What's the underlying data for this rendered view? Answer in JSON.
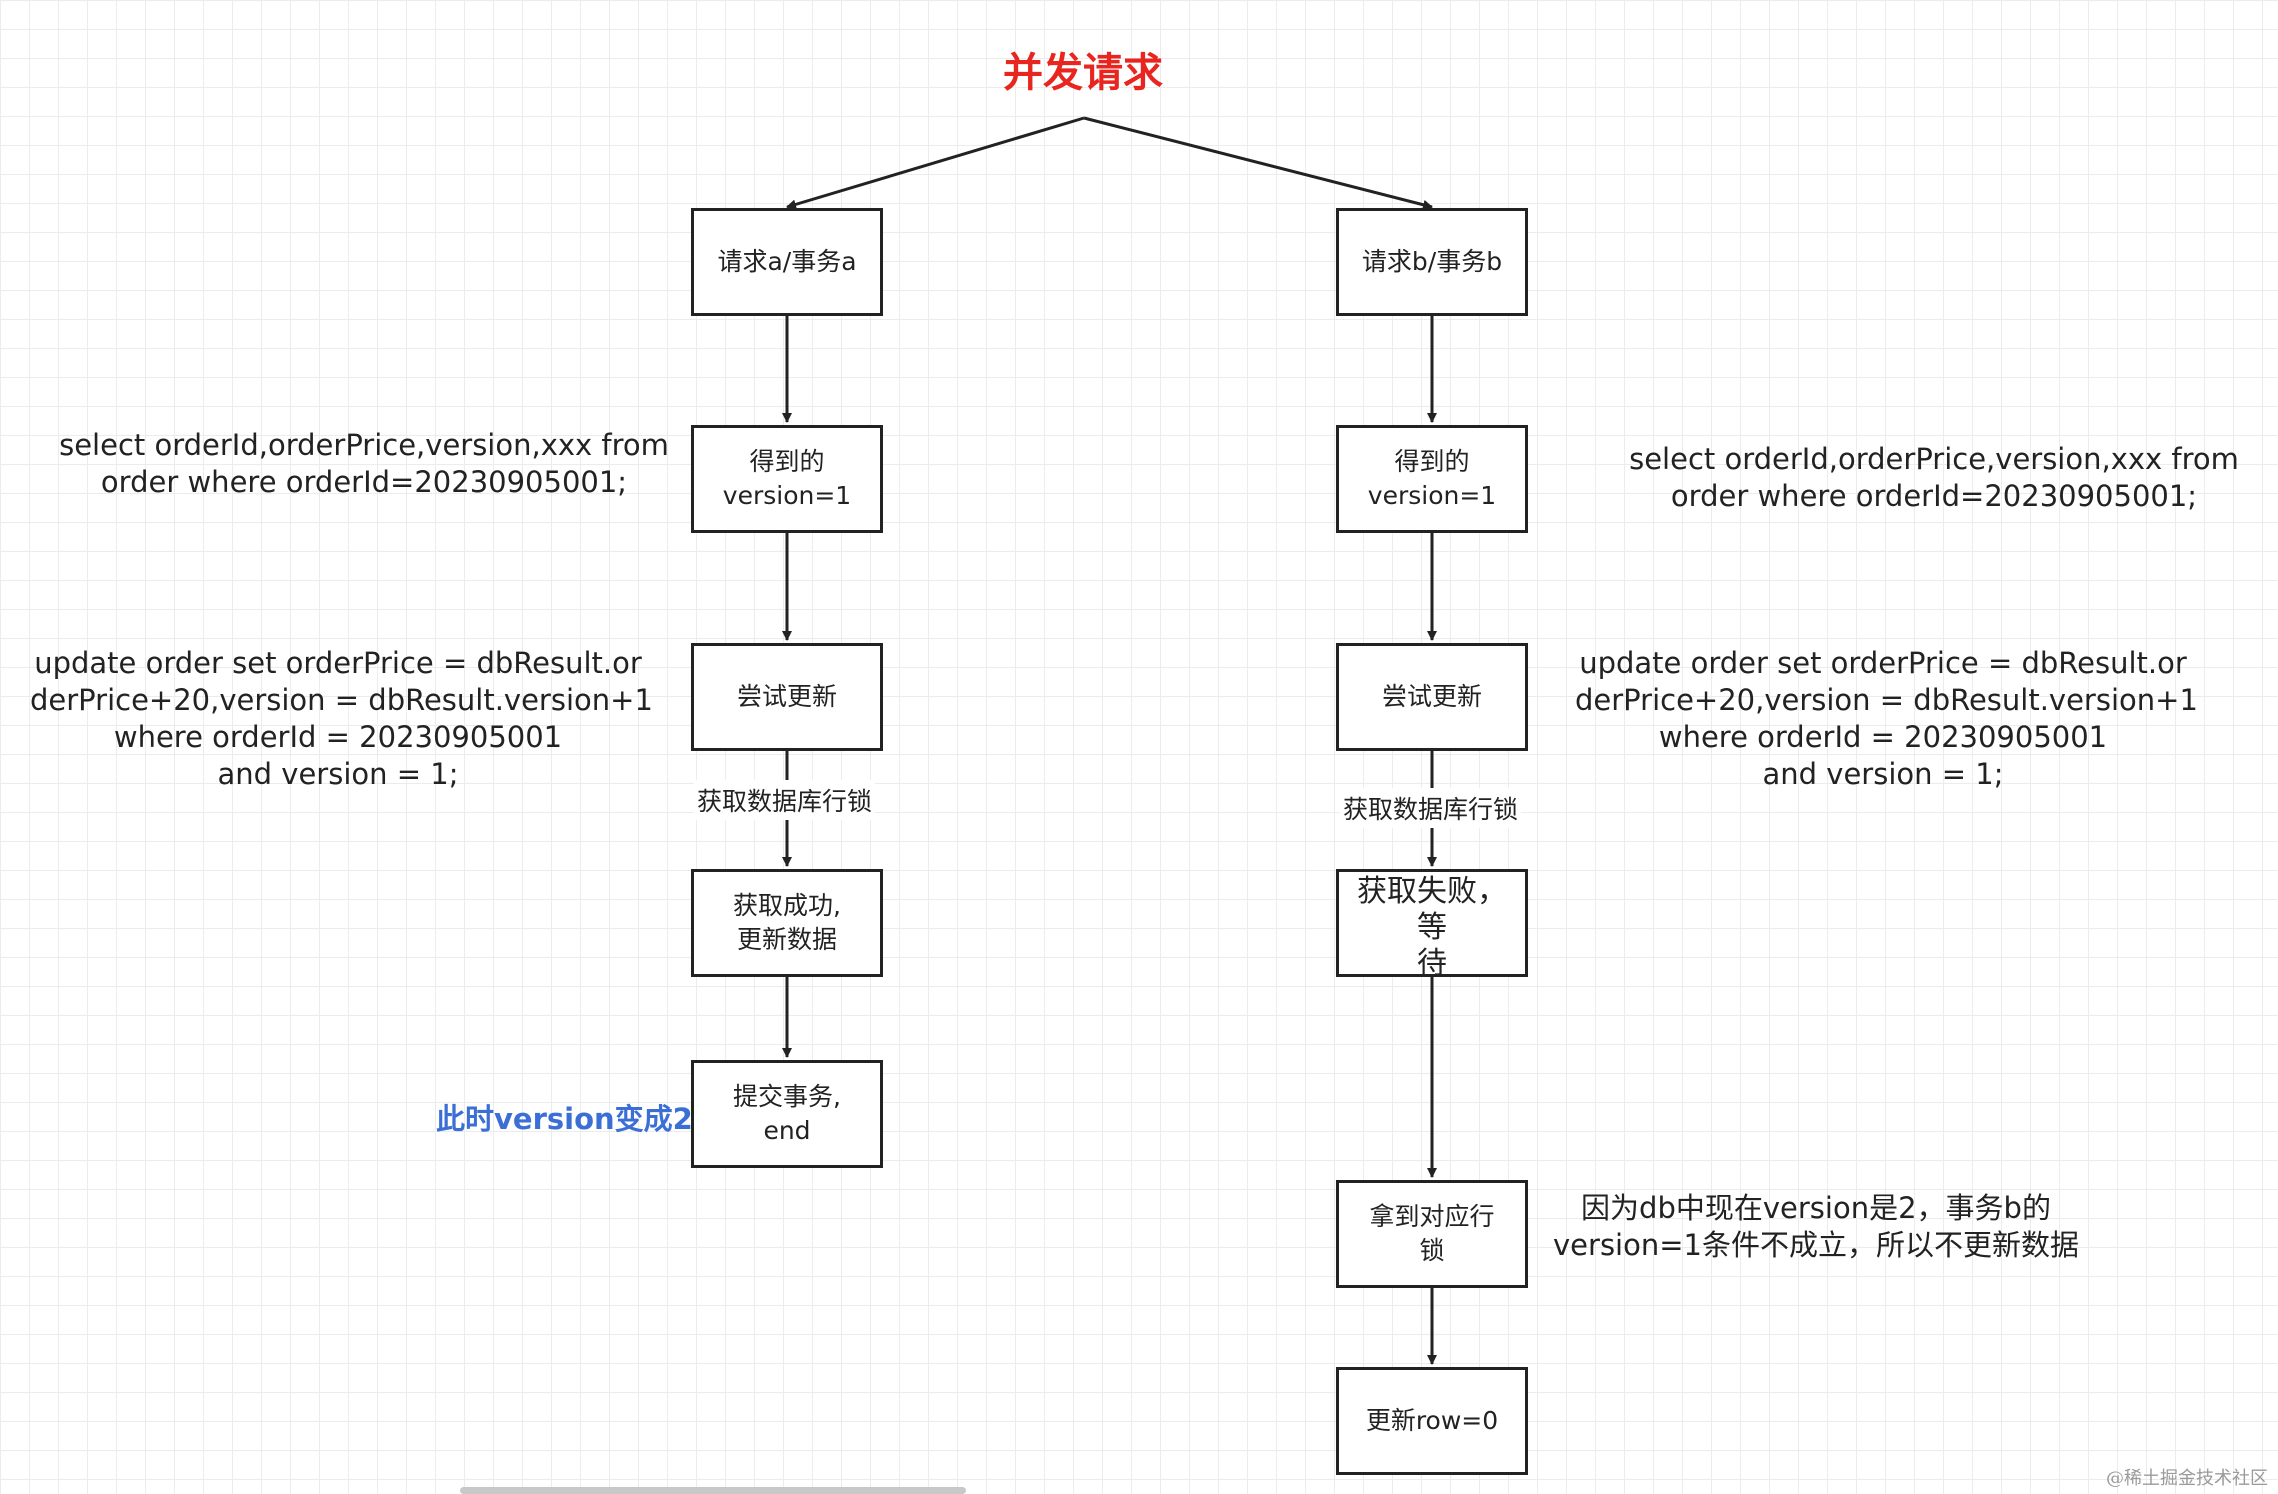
{
  "title": "并发请求",
  "left": {
    "box1": "请求a/事务a",
    "box2": [
      "得到的",
      "version=1"
    ],
    "box3": "尝试更新",
    "edge_label": "获取数据库行锁",
    "box4": [
      "获取成功,",
      "更新数据"
    ],
    "box5": [
      "提交事务,",
      "end"
    ],
    "note_select": [
      "select orderId,orderPrice,version,xxx from",
      "order where orderId=20230905001;"
    ],
    "note_update": [
      "update order set orderPrice = dbResult.or",
      "derPrice+20,version = dbResult.version+1",
      "where orderId = 20230905001",
      "and version = 1;"
    ],
    "note_version": "此时version变成2"
  },
  "right": {
    "box1": "请求b/事务b",
    "box2": [
      "得到的",
      "version=1"
    ],
    "box3": "尝试更新",
    "edge_label": "获取数据库行锁",
    "box4": [
      "获取失败，等",
      "待"
    ],
    "box5": [
      "拿到对应行",
      "锁"
    ],
    "box6": "更新row=0",
    "note_select": [
      "select orderId,orderPrice,version,xxx from",
      "order where orderId=20230905001;"
    ],
    "note_update": [
      "update order set orderPrice = dbResult.or",
      "derPrice+20,version = dbResult.version+1",
      "where orderId = 20230905001",
      "and version = 1;"
    ],
    "note_fail": [
      "因为db中现在version是2，事务b的",
      "version=1条件不成立，所以不更新数据"
    ]
  },
  "watermark": "@稀土掘金技术社区",
  "colors": {
    "title": "#e8251e",
    "blue_note": "#3b6fd6",
    "line": "#222222",
    "grid": "#ececec"
  }
}
